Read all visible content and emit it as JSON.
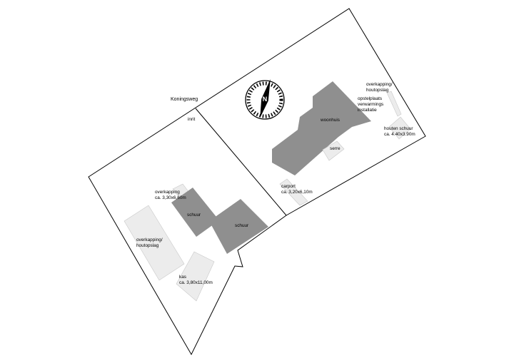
{
  "plan": {
    "road": "Koningsweg",
    "driveway": "inrit",
    "north": "N"
  },
  "buildings": {
    "woonhuis": "woonhuis",
    "serre": "serre",
    "opstelplaats_line1": "opstelplaats",
    "opstelplaats_line2": "verwarmings",
    "opstelplaats_line3": "installatie",
    "overkapping_top_line1": "overkapping/",
    "overkapping_top_line2": "houtopslag",
    "houten_schuur_line1": "houten schuur",
    "houten_schuur_line2": "ca. 4.40x3.90m",
    "carport_line1": "carport",
    "carport_line2": "ca. 3,20x6,10m",
    "overkapping_mid_line1": "overkapping",
    "overkapping_mid_line2": "ca. 3,30x6,60m",
    "schuur_1": "schuur",
    "schuur_2": "schuur",
    "overkapping_left_line1": "overkapping/",
    "overkapping_left_line2": "houtopslag",
    "kas_line1": "kas",
    "kas_line2": "ca. 3,80x11,00m"
  },
  "colors": {
    "building_dark": "#8f8f8f",
    "building_light": "#ececec",
    "outline": "#000000"
  }
}
